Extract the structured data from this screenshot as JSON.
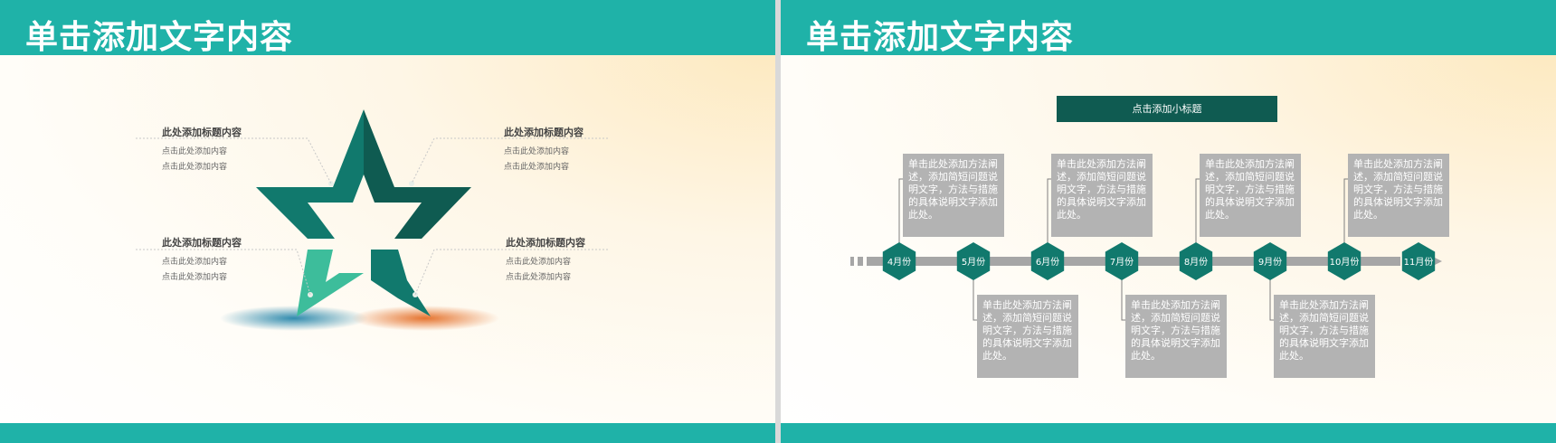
{
  "left_slide": {
    "title": "单击添加文字内容",
    "callouts": [
      {
        "title": "此处添加标题内容",
        "lines": [
          "点击此处添加内容",
          "点击此处添加内容"
        ]
      },
      {
        "title": "此处添加标题内容",
        "lines": [
          "点击此处添加内容",
          "点击此处添加内容"
        ]
      },
      {
        "title": "此处添加标题内容",
        "lines": [
          "点击此处添加内容",
          "点击此处添加内容"
        ]
      },
      {
        "title": "此处添加标题内容",
        "lines": [
          "点击此处添加内容",
          "点击此处添加内容"
        ]
      }
    ]
  },
  "right_slide": {
    "title": "单击添加文字内容",
    "subtitle": "点击添加小标题",
    "months": [
      "4月份",
      "5月份",
      "6月份",
      "7月份",
      "8月份",
      "9月份",
      "10月份",
      "11月份"
    ],
    "text_boxes": [
      "单击此处添加方法阐述，添加简短问题说明文字，方法与措施的具体说明文字添加此处。",
      "单击此处添加方法阐述，添加简短问题说明文字，方法与措施的具体说明文字添加此处。",
      "单击此处添加方法阐述，添加简短问题说明文字，方法与措施的具体说明文字添加此处。",
      "单击此处添加方法阐述，添加简短问题说明文字，方法与措施的具体说明文字添加此处。",
      "单击此处添加方法阐述，添加简短问题说明文字，方法与措施的具体说明文字添加此处。",
      "单击此处添加方法阐述，添加简短问题说明文字，方法与措施的具体说明文字添加此处。",
      "单击此处添加方法阐述，添加简短问题说明文字，方法与措施的具体说明文字添加此处。"
    ]
  },
  "colors": {
    "header": "#1fb2a8",
    "teal_dark": "#0f5b51",
    "teal": "#11796d",
    "teal_light": "#3dbd9b",
    "box_gray": "#b3b3b3"
  }
}
